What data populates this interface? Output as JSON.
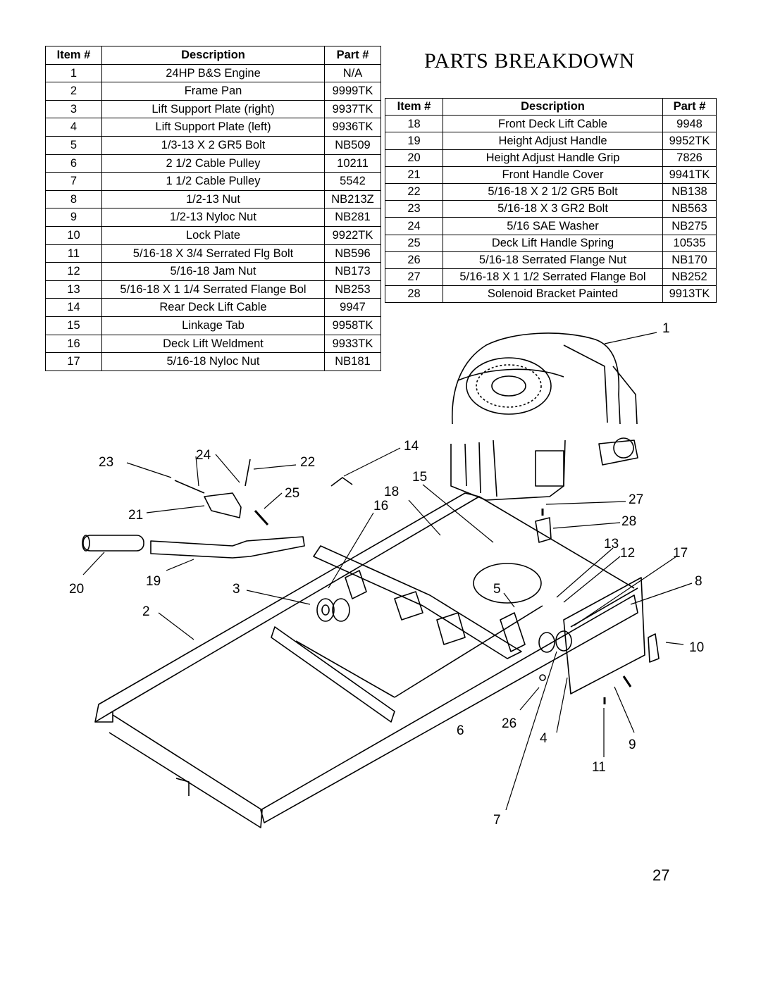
{
  "title": "PARTS BREAKDOWN",
  "page_number": "27",
  "headers": {
    "item": "Item #",
    "description": "Description",
    "part": "Part #"
  },
  "parts_left": [
    {
      "item": "1",
      "description": "24HP B&S Engine",
      "part": "N/A"
    },
    {
      "item": "2",
      "description": "Frame Pan",
      "part": "9999TK"
    },
    {
      "item": "3",
      "description": "Lift Support Plate (right)",
      "part": "9937TK"
    },
    {
      "item": "4",
      "description": "Lift Support Plate (left)",
      "part": "9936TK"
    },
    {
      "item": "5",
      "description": "1/3-13 X 2 GR5 Bolt",
      "part": "NB509"
    },
    {
      "item": "6",
      "description": "2 1/2 Cable Pulley",
      "part": "10211"
    },
    {
      "item": "7",
      "description": "1 1/2 Cable Pulley",
      "part": "5542"
    },
    {
      "item": "8",
      "description": "1/2-13 Nut",
      "part": "NB213Z"
    },
    {
      "item": "9",
      "description": "1/2-13 Nyloc Nut",
      "part": "NB281"
    },
    {
      "item": "10",
      "description": "Lock Plate",
      "part": "9922TK"
    },
    {
      "item": "11",
      "description": "5/16-18 X 3/4 Serrated Flg Bolt",
      "part": "NB596"
    },
    {
      "item": "12",
      "description": "5/16-18 Jam Nut",
      "part": "NB173"
    },
    {
      "item": "13",
      "description": "5/16-18 X 1 1/4 Serrated Flange Bol",
      "part": "NB253"
    },
    {
      "item": "14",
      "description": "Rear Deck Lift Cable",
      "part": "9947"
    },
    {
      "item": "15",
      "description": "Linkage Tab",
      "part": "9958TK"
    },
    {
      "item": "16",
      "description": "Deck Lift Weldment",
      "part": "9933TK"
    },
    {
      "item": "17",
      "description": "5/16-18 Nyloc Nut",
      "part": "NB181"
    }
  ],
  "parts_right": [
    {
      "item": "18",
      "description": "Front Deck Lift Cable",
      "part": "9948"
    },
    {
      "item": "19",
      "description": "Height Adjust Handle",
      "part": "9952TK"
    },
    {
      "item": "20",
      "description": "Height Adjust Handle Grip",
      "part": "7826"
    },
    {
      "item": "21",
      "description": "Front Handle Cover",
      "part": "9941TK"
    },
    {
      "item": "22",
      "description": "5/16-18 X 2 1/2 GR5 Bolt",
      "part": "NB138"
    },
    {
      "item": "23",
      "description": "5/16-18 X 3 GR2 Bolt",
      "part": "NB563"
    },
    {
      "item": "24",
      "description": "5/16 SAE Washer",
      "part": "NB275"
    },
    {
      "item": "25",
      "description": "Deck Lift Handle Spring",
      "part": "10535"
    },
    {
      "item": "26",
      "description": "5/16-18 Serrated Flange Nut",
      "part": "NB170"
    },
    {
      "item": "27",
      "description": "5/16-18 X 1 1/2 Serrated Flange Bol",
      "part": "NB252"
    },
    {
      "item": "28",
      "description": "Solenoid Bracket Painted",
      "part": "9913TK"
    }
  ],
  "callouts": [
    "1",
    "2",
    "3",
    "4",
    "5",
    "6",
    "7",
    "8",
    "9",
    "10",
    "11",
    "12",
    "13",
    "14",
    "15",
    "16",
    "17",
    "18",
    "19",
    "20",
    "21",
    "22",
    "23",
    "24",
    "25",
    "26",
    "27",
    "28"
  ]
}
